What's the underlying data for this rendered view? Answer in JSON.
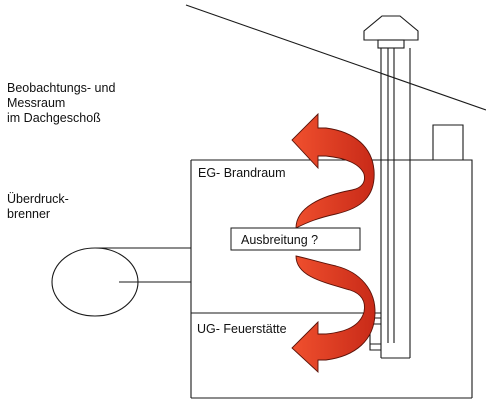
{
  "labels": {
    "observation_room": [
      "Beobachtungs- und",
      "Messraum",
      "im Dachgeschoß"
    ],
    "burner": [
      "Überdruck-",
      "brenner"
    ],
    "eg_room": "EG- Brandraum",
    "ug_room": "UG- Feuerstätte",
    "spread_question": "Ausbreitung ?"
  },
  "colors": {
    "outline": "#1a1a1a",
    "arrow_fill": "#e03a22",
    "arrow_stroke": "#5a1208",
    "background": "#ffffff"
  }
}
